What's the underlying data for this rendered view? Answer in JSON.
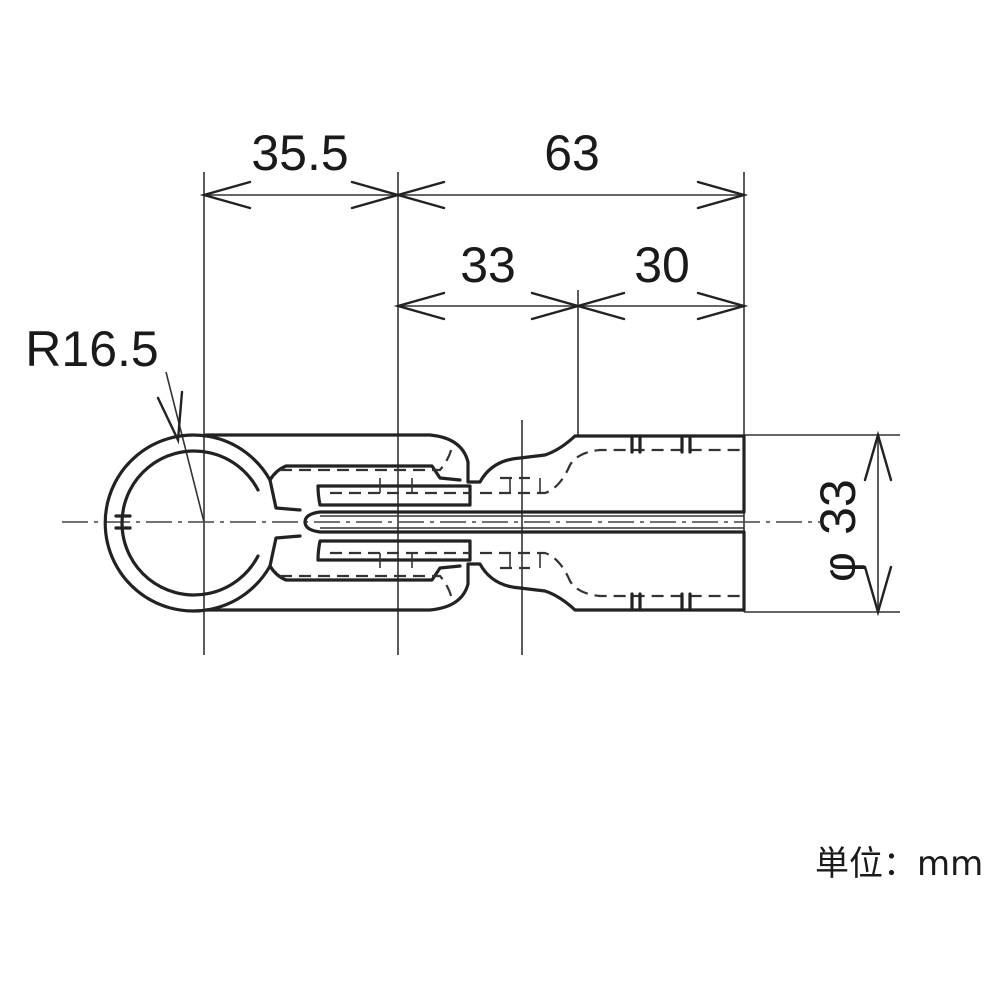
{
  "drawing": {
    "dimensions": {
      "left_offset": "35.5",
      "total_length": "63",
      "first_segment": "33",
      "second_segment": "30",
      "radius": "R16.5",
      "diameter_symbol": "φ",
      "diameter": "33"
    },
    "unit_label": "単位：mm"
  }
}
